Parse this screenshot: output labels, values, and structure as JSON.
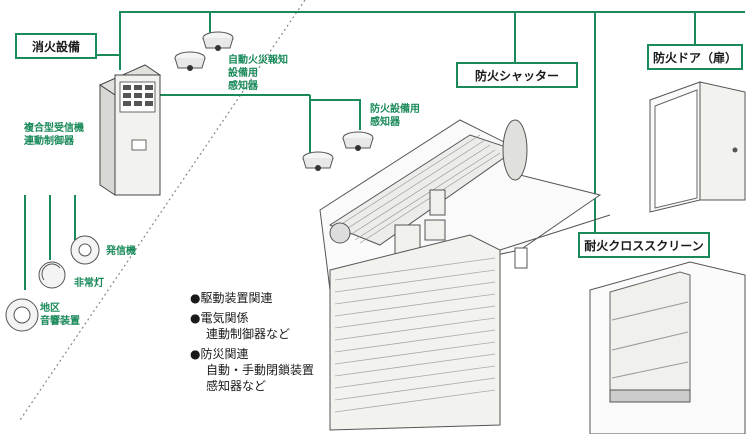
{
  "labels": {
    "fire_equipment": "消火設備",
    "detector_top_1": "自動火災報知",
    "detector_top_2": "設備用",
    "detector_top_3": "感知器",
    "fire_shutter": "防火シャッター",
    "fire_door": "防火ドア（扉）",
    "panel_1": "複合型受信機",
    "panel_2": "連動制御器",
    "detector_mid_1": "防火設備用",
    "detector_mid_2": "感知器",
    "transmitter": "発信機",
    "emergency_light": "非常灯",
    "bell_1": "地区",
    "bell_2": "音響装置",
    "cross_screen": "耐火クロススクリーン"
  },
  "bullets": [
    {
      "lines": [
        "●駆動装置関連"
      ]
    },
    {
      "lines": [
        "●電気関係",
        "連動制御器など"
      ]
    },
    {
      "lines": [
        "●防災関連",
        "自動・手動閉鎖装置",
        "感知器など"
      ]
    }
  ],
  "colors": {
    "accent": "#1a8a5a",
    "line": "#444444",
    "fill": "#f0f0ec"
  }
}
